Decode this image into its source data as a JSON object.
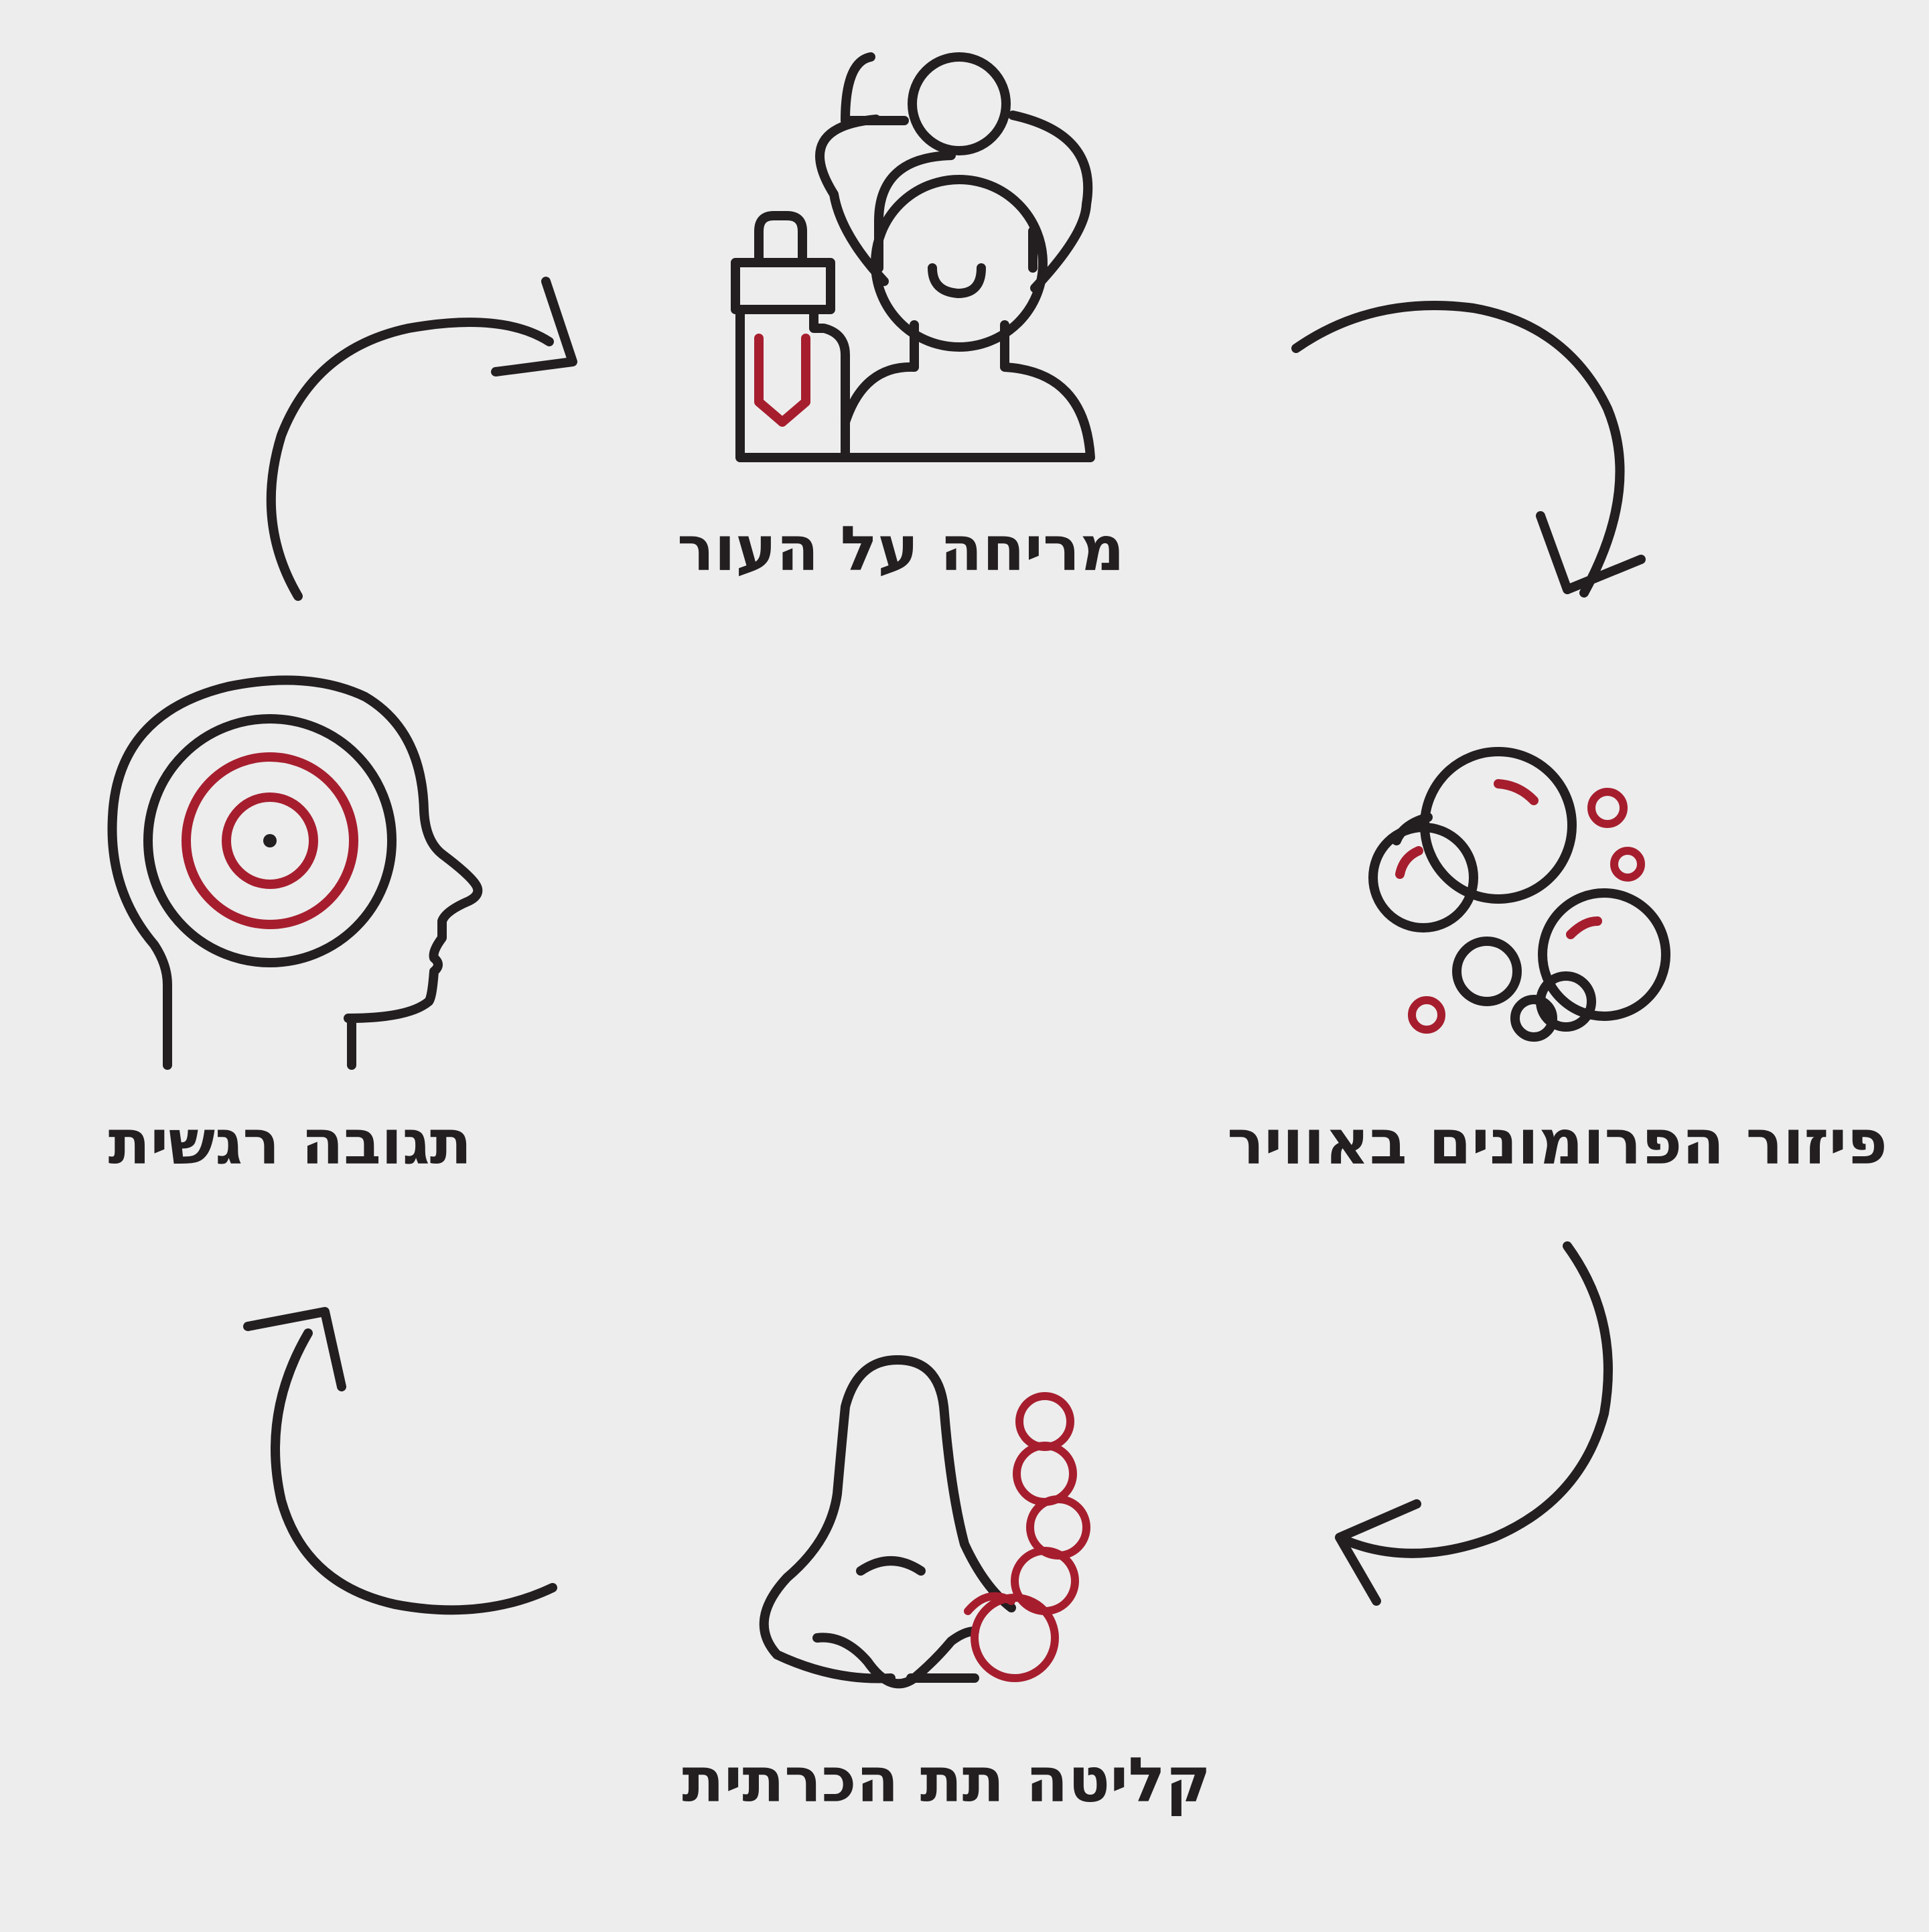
{
  "colors": {
    "background": "#ededed",
    "ink": "#231f20",
    "accent": "#a61e2e"
  },
  "steps": [
    {
      "label": "מריחה על העור",
      "icon": "woman-applying-perfume-icon"
    },
    {
      "label": "פיזור הפרומונים באוויר",
      "icon": "dispersing-molecules-icon"
    },
    {
      "label": "קליטה תת הכרתית",
      "icon": "nose-smelling-icon"
    },
    {
      "label": "תגובה רגשית",
      "icon": "head-target-icon"
    }
  ]
}
